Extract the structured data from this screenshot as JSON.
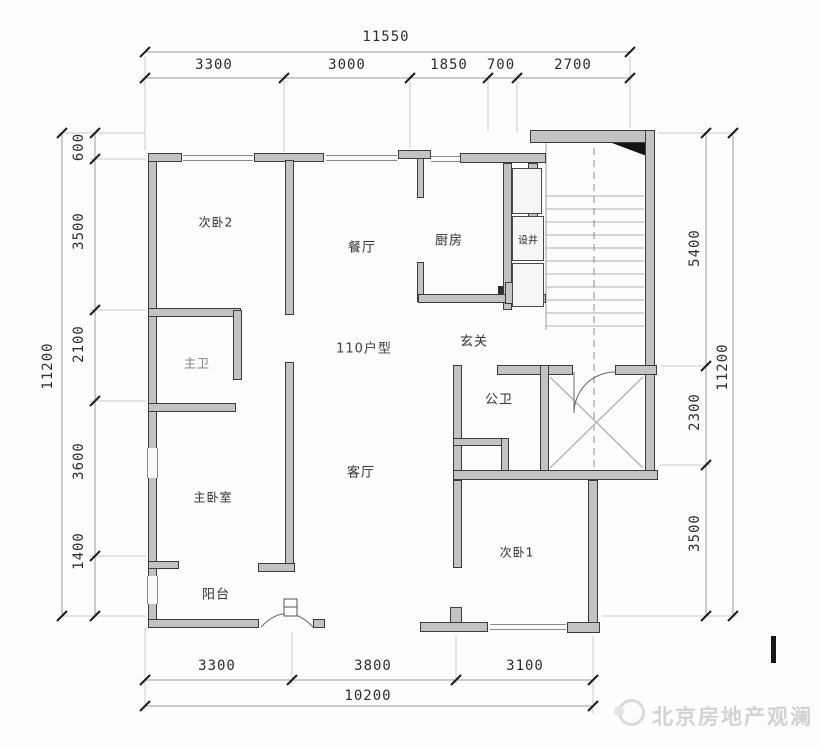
{
  "plan": {
    "unit_label": "110户型",
    "rooms": {
      "bedroom2": "次卧2",
      "dining": "餐厅",
      "kitchen": "厨房",
      "shaft": "设井",
      "entry": "玄关",
      "master_bath": "主卫",
      "public_bath": "公卫",
      "living": "客厅",
      "master_bedroom": "主卧室",
      "balcony": "阳台",
      "bedroom1": "次卧1"
    }
  },
  "dimensions": {
    "top": {
      "total": "11550",
      "segments": [
        "3300",
        "3000",
        "1850",
        "700",
        "2700"
      ]
    },
    "bottom": {
      "total": "10200",
      "segments": [
        "3300",
        "3800",
        "3100"
      ]
    },
    "left": {
      "total": "11200",
      "segments": [
        "600",
        "3500",
        "2100",
        "3600",
        "1400"
      ]
    },
    "right": {
      "total": "11200",
      "segments": [
        "5400",
        "2300",
        "3500"
      ]
    }
  },
  "watermark": {
    "text": "北京房地产观澜"
  }
}
